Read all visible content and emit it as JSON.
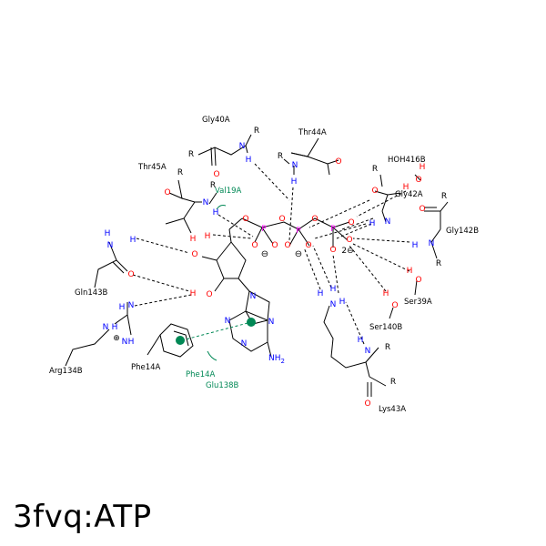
{
  "title": "3fvq:ATP",
  "colors": {
    "carbon_bond": "#000000",
    "nitrogen": "#0000ff",
    "oxygen": "#ff0000",
    "phosphorus": "#ff00ff",
    "hydrophobic": "#008855",
    "hbond": "#000000"
  },
  "residues": {
    "gly40a": "Gly40A",
    "thr44a": "Thr44A",
    "thr45a": "Thr45A",
    "val19a": "Val19A",
    "hoh416b": "HOH416B",
    "gly42a": "Gly42A",
    "gly142b": "Gly142B",
    "gln143b": "Gln143B",
    "arg134b": "Arg134B",
    "phe14a": "Phe14A",
    "phe14a_contact": "Phe14A",
    "glu138b": "Glu138B",
    "ser39a": "Ser39A",
    "ser140b": "Ser140B",
    "lys43a": "Lys43A"
  },
  "atoms": {
    "r": "R",
    "n": "N",
    "h": "H",
    "o": "O",
    "p": "P",
    "nh2": "NH",
    "nh2_sub": "2",
    "charge_minus": "−",
    "charge_plus": "+",
    "charge_2minus": "2−"
  }
}
